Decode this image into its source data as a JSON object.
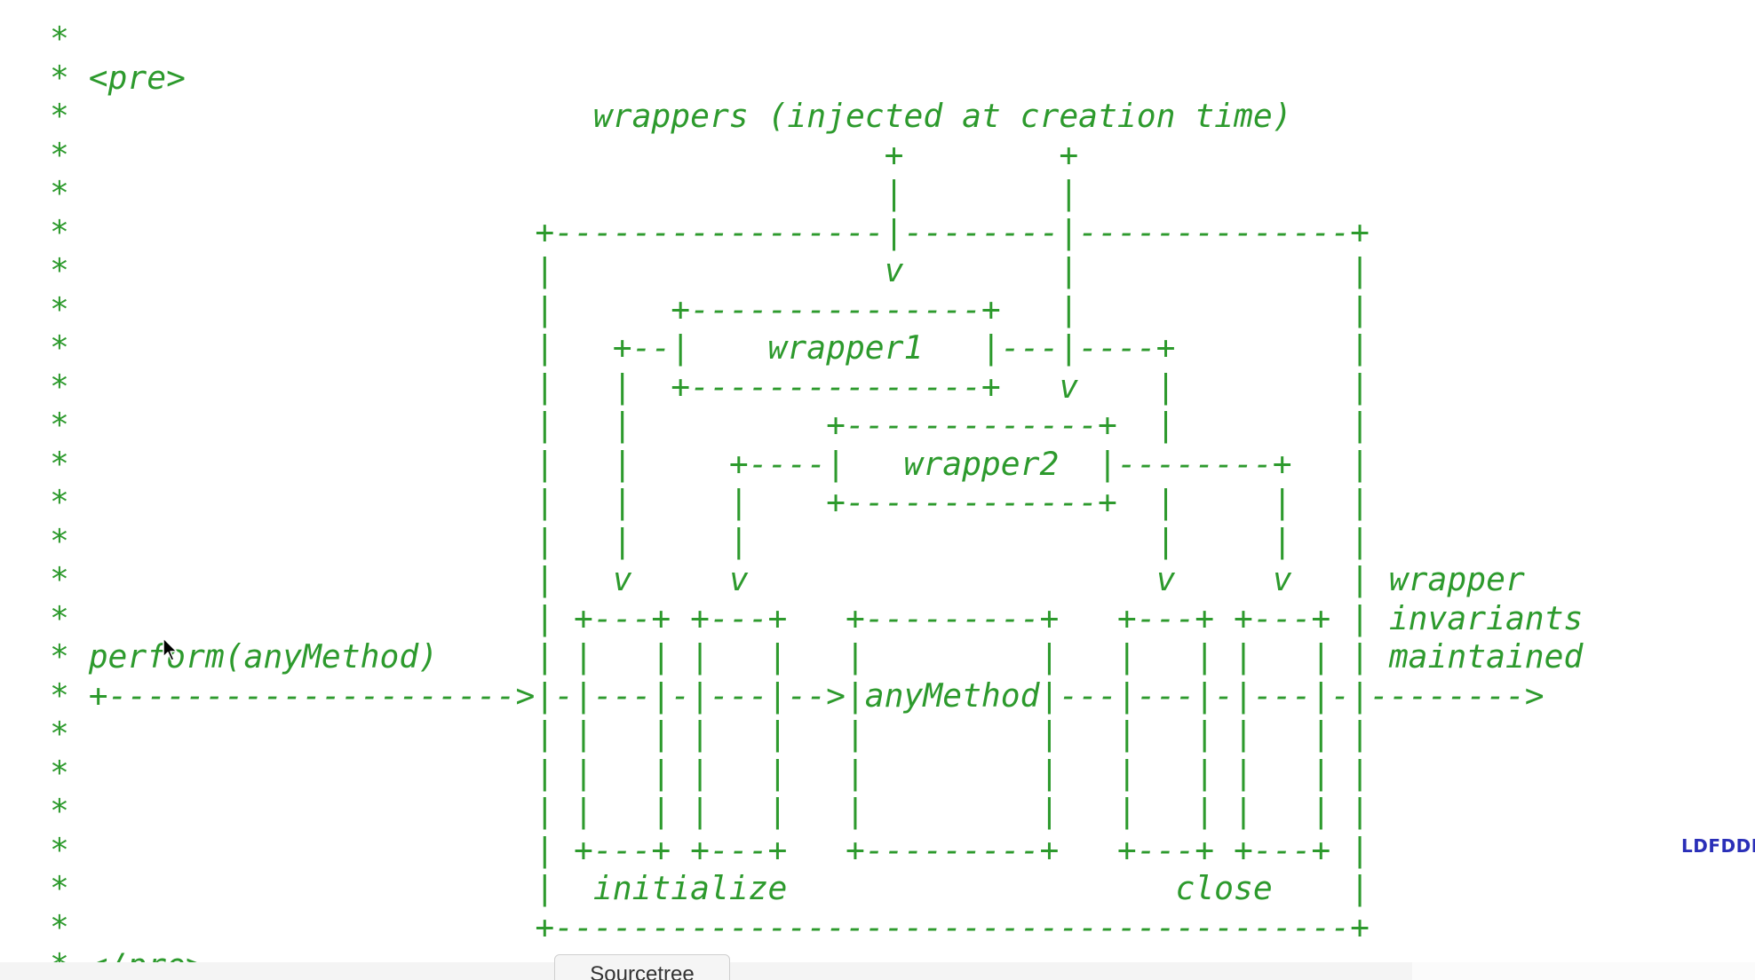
{
  "code": {
    "lines": [
      "*",
      "* <pre>",
      "*                           wrappers (injected at creation time)",
      "*                                          +        +",
      "*                                          |        |",
      "*                        +-----------------|--------|--------------+",
      "*                        |                 v        |              |",
      "*                        |      +---------------+   |              |",
      "*                        |   +--|    wrapper1   |---|----+         |",
      "*                        |   |  +---------------+   v    |         |",
      "*                        |   |          +-------------+  |         |",
      "*                        |   |     +----|   wrapper2  |--------+   |",
      "*                        |   |     |    +-------------+  |     |   |",
      "*                        |   |     |                     |     |   |",
      "*                        |   v     v                     v     v   | wrapper",
      "*                        | +---+ +---+   +---------+   +---+ +---+ | invariants",
      "* perform(anyMethod)     | |   | |   |   |         |   |   | |   | | maintained",
      "* +--------------------->|-|---|-|---|-->|anyMethod|---|---|-|---|-|-------->",
      "*                        | |   | |   |   |         |   |   | |   | |",
      "*                        | |   | |   |   |         |   |   | |   | |",
      "*                        | |   | |   |   |         |   |   | |   | |",
      "*                        | +---+ +---+   +---------+   +---+ +---+ |",
      "*                        |  initialize                    close    |",
      "*                        +-----------------------------------------+",
      "* </pre>"
    ]
  },
  "watermark": {
    "text": "LDFDDI"
  },
  "taskbar": {
    "button_label": "Sourcetree"
  },
  "colors": {
    "code_text": "#2d9a2d",
    "watermark": "#2a2fb8",
    "background": "#ffffff"
  },
  "icons": {
    "cursor": "mouse-pointer-icon"
  }
}
